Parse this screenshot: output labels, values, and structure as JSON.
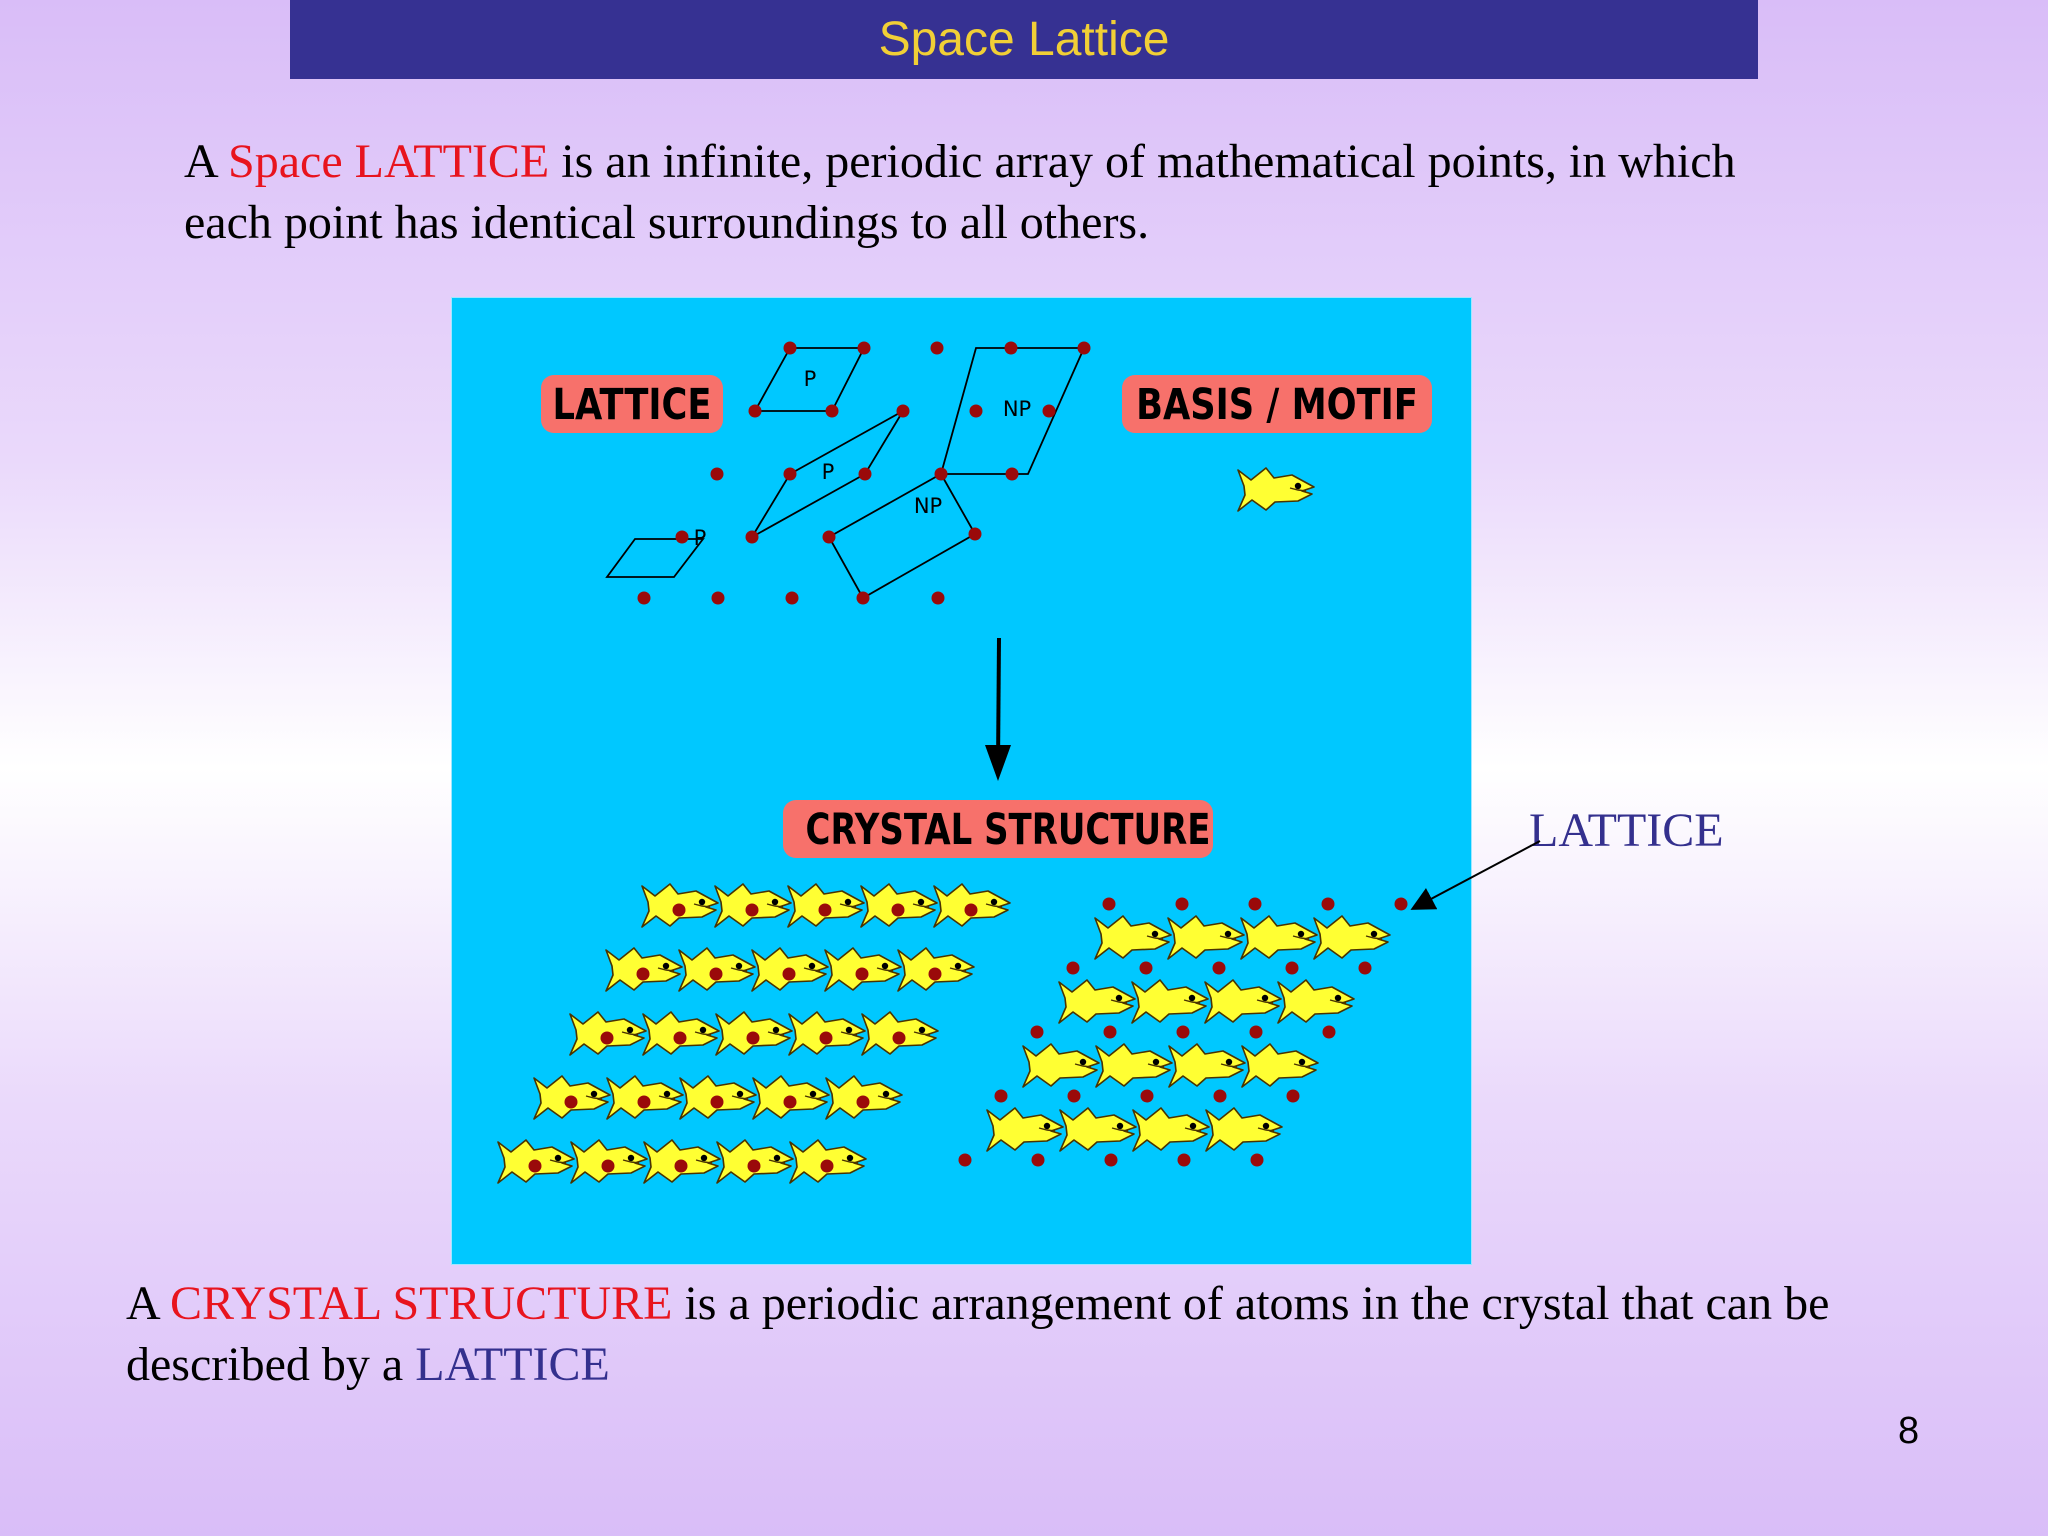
{
  "slide": {
    "title": "Space Lattice",
    "page_number": "8"
  },
  "intro": {
    "prefix": "A ",
    "term": "Space LATTICE",
    "rest": " is an infinite, periodic array of mathematical points, in which each point has identical surroundings to all others."
  },
  "figure": {
    "lattice_label": "LATTICE",
    "basis_label": "BASIS / MOTIF",
    "crystal_label": "CRYSTAL STRUCTURE",
    "cell_labels": [
      "P",
      "P",
      "P",
      "NP",
      "NP"
    ]
  },
  "side_label": "LATTICE",
  "definition": {
    "prefix": "A ",
    "term": "CRYSTAL STRUCTURE",
    "middle": " is a periodic arrangement of atoms in the crystal that can be described by a ",
    "term2": "LATTICE"
  },
  "colors": {
    "title_bar": "#363192",
    "title_text": "#f1cf36",
    "figure_background": "#00c8ff",
    "label_box": "#f7716b",
    "lattice_point": "#9a0a0a",
    "motif_fish": "#ffff33",
    "highlight_red": "#e8141e",
    "highlight_blue": "#34308e"
  },
  "icons": [
    "fish-motif-icon",
    "lattice-point-icon",
    "down-arrow-icon"
  ]
}
